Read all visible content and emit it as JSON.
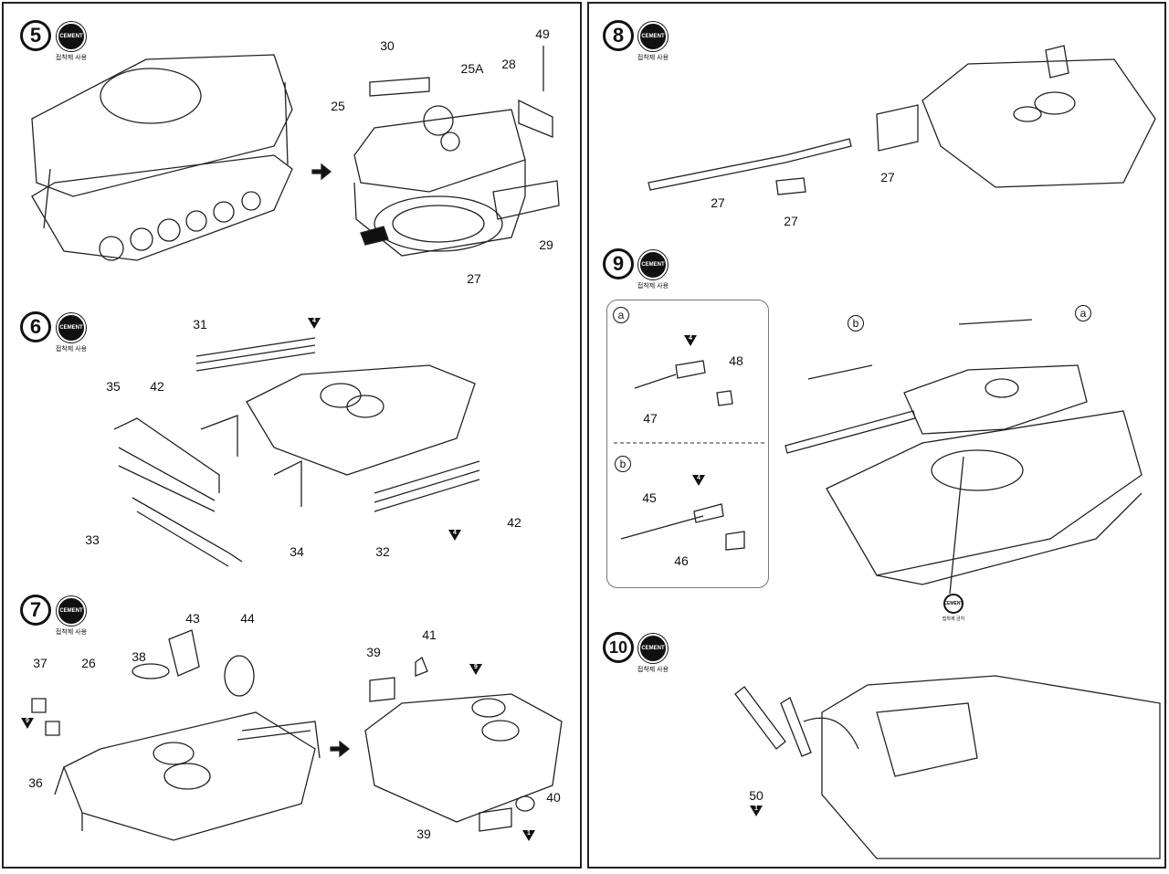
{
  "cement_label": "CEMENT",
  "cement_use": "접착제 사용",
  "cement_forbidden": "접착제 금지",
  "steps": [
    {
      "number": "5",
      "parts": [
        "30",
        "49",
        "25A",
        "28",
        "25",
        "29",
        "27"
      ]
    },
    {
      "number": "6",
      "parts": [
        "31",
        "42",
        "35",
        "33",
        "34",
        "32",
        "42"
      ],
      "markers": [
        "4",
        "4"
      ]
    },
    {
      "number": "7",
      "parts": [
        "43",
        "44",
        "38",
        "37",
        "26",
        "36",
        "39",
        "41",
        "40",
        "39"
      ],
      "markers": [
        "9",
        "9",
        "1"
      ]
    },
    {
      "number": "8",
      "parts": [
        "27",
        "27",
        "27"
      ]
    },
    {
      "number": "9",
      "parts": [
        "48",
        "47",
        "45",
        "46"
      ],
      "markers": [
        "4",
        "4"
      ],
      "callouts": [
        "a",
        "b",
        "b",
        "a"
      ]
    },
    {
      "number": "10",
      "parts": [
        "50"
      ],
      "markers": [
        "1"
      ]
    }
  ]
}
